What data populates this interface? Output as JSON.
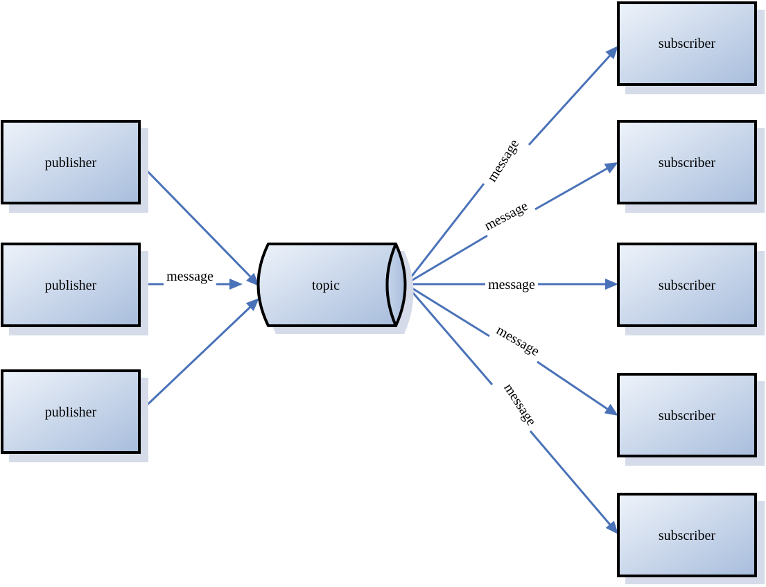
{
  "colors": {
    "arrow": "#4a72b8",
    "box_border": "#000000",
    "box_fill_light": "#e9eff8",
    "box_fill_dark": "#a9bedd",
    "shadow": "#d5dbe8"
  },
  "diagram": {
    "publishers": [
      {
        "label": "publisher"
      },
      {
        "label": "publisher"
      },
      {
        "label": "publisher"
      }
    ],
    "topic": {
      "label": "topic"
    },
    "subscribers": [
      {
        "label": "subscriber"
      },
      {
        "label": "subscriber"
      },
      {
        "label": "subscriber"
      },
      {
        "label": "subscriber"
      },
      {
        "label": "subscriber"
      }
    ],
    "edges": [
      {
        "from": "publisher-1",
        "to": "topic",
        "label": ""
      },
      {
        "from": "publisher-2",
        "to": "topic",
        "label": "message"
      },
      {
        "from": "publisher-3",
        "to": "topic",
        "label": ""
      },
      {
        "from": "topic",
        "to": "subscriber-1",
        "label": "message"
      },
      {
        "from": "topic",
        "to": "subscriber-2",
        "label": "message"
      },
      {
        "from": "topic",
        "to": "subscriber-3",
        "label": "message"
      },
      {
        "from": "topic",
        "to": "subscriber-4",
        "label": "message"
      },
      {
        "from": "topic",
        "to": "subscriber-5",
        "label": "message"
      }
    ]
  }
}
